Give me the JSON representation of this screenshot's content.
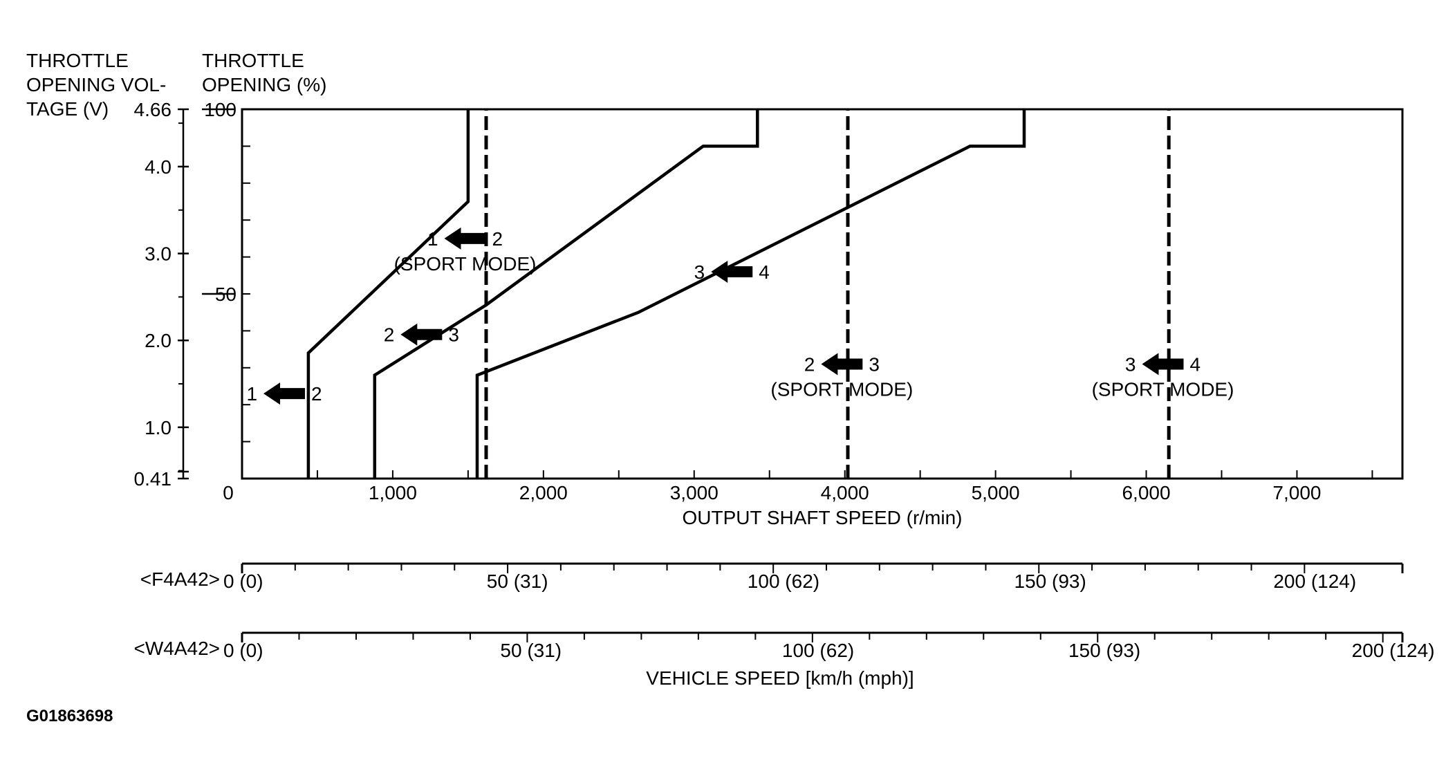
{
  "figure_code": "G01863698",
  "chart_data": {
    "type": "line",
    "title": "",
    "left_axis": {
      "title_lines": [
        "THROTTLE",
        "OPENING VOL-",
        "TAGE (V)"
      ],
      "ticks": [
        "4.66",
        "4.0",
        "3.0",
        "2.0",
        "1.0",
        "0.41"
      ],
      "range": [
        0.41,
        4.66
      ]
    },
    "y_axis": {
      "title_lines": [
        "THROTTLE",
        "OPENING (%)"
      ],
      "ticks": [
        "100",
        "50"
      ],
      "range": [
        0,
        100
      ]
    },
    "x_axis": {
      "title": "OUTPUT SHAFT SPEED (r/min)",
      "ticks": [
        "0",
        "1,000",
        "2,000",
        "3,000",
        "4,000",
        "5,000",
        "6,000",
        "7,000"
      ],
      "tick_values": [
        0,
        1000,
        2000,
        3000,
        4000,
        5000,
        6000,
        7000
      ],
      "range": [
        0,
        7700
      ]
    },
    "series": [
      {
        "id": "downshift-1-2",
        "style": "solid",
        "points": [
          [
            440,
            0
          ],
          [
            440,
            34
          ],
          [
            1500,
            75
          ],
          [
            1500,
            100
          ]
        ]
      },
      {
        "id": "downshift-2-3",
        "style": "solid",
        "points": [
          [
            880,
            0
          ],
          [
            880,
            28
          ],
          [
            1620,
            47
          ],
          [
            3060,
            90
          ],
          [
            3420,
            90
          ],
          [
            3420,
            100
          ]
        ]
      },
      {
        "id": "downshift-3-4",
        "style": "solid",
        "points": [
          [
            1560,
            0
          ],
          [
            1560,
            28
          ],
          [
            2630,
            45
          ],
          [
            4830,
            90
          ],
          [
            5190,
            90
          ],
          [
            5190,
            100
          ]
        ]
      },
      {
        "id": "sport-1-2",
        "style": "dashed",
        "points": [
          [
            1620,
            0
          ],
          [
            1620,
            100
          ]
        ]
      },
      {
        "id": "sport-2-3",
        "style": "dashed",
        "points": [
          [
            4020,
            0
          ],
          [
            4020,
            100
          ]
        ]
      },
      {
        "id": "sport-3-4",
        "style": "dashed",
        "points": [
          [
            6150,
            0
          ],
          [
            6150,
            100
          ]
        ]
      }
    ],
    "annotations": [
      {
        "id": "shift-1-2",
        "from": "1",
        "to": "2",
        "mode": "",
        "at": [
          280,
          23
        ]
      },
      {
        "id": "shift-2-3",
        "from": "2",
        "to": "3",
        "mode": "",
        "at": [
          1190,
          39
        ]
      },
      {
        "id": "shift-3-4",
        "from": "3",
        "to": "4",
        "mode": "",
        "at": [
          3250,
          56
        ]
      },
      {
        "id": "sport-shift-1-2",
        "from": "1",
        "to": "2",
        "mode": "(SPORT MODE)",
        "at": [
          1480,
          65
        ]
      },
      {
        "id": "sport-shift-2-3",
        "from": "2",
        "to": "3",
        "mode": "(SPORT MODE)",
        "at": [
          3980,
          31
        ]
      },
      {
        "id": "sport-shift-3-4",
        "from": "3",
        "to": "4",
        "mode": "(SPORT MODE)",
        "at": [
          6110,
          31
        ]
      }
    ],
    "vehicle_speed_scales": [
      {
        "id": "f4a42",
        "label": "<F4A42>",
        "ticks": [
          {
            "text": "0 (0)",
            "rpm": 0
          },
          {
            "text": "50 (31)",
            "rpm": 1830
          },
          {
            "text": "100 (62)",
            "rpm": 3560
          },
          {
            "text": "150 (93)",
            "rpm": 5330
          },
          {
            "text": "200 (124)",
            "rpm": 7050
          }
        ]
      },
      {
        "id": "w4a42",
        "label": "<W4A42>",
        "ticks": [
          {
            "text": "0 (0)",
            "rpm": 0
          },
          {
            "text": "50 (31)",
            "rpm": 1920
          },
          {
            "text": "100 (62)",
            "rpm": 3790
          },
          {
            "text": "150 (93)",
            "rpm": 5690
          },
          {
            "text": "200 (124)",
            "rpm": 7570
          }
        ]
      }
    ],
    "vehicle_speed_title": "VEHICLE SPEED [km/h (mph)]",
    "grid": false,
    "legend": "none"
  }
}
